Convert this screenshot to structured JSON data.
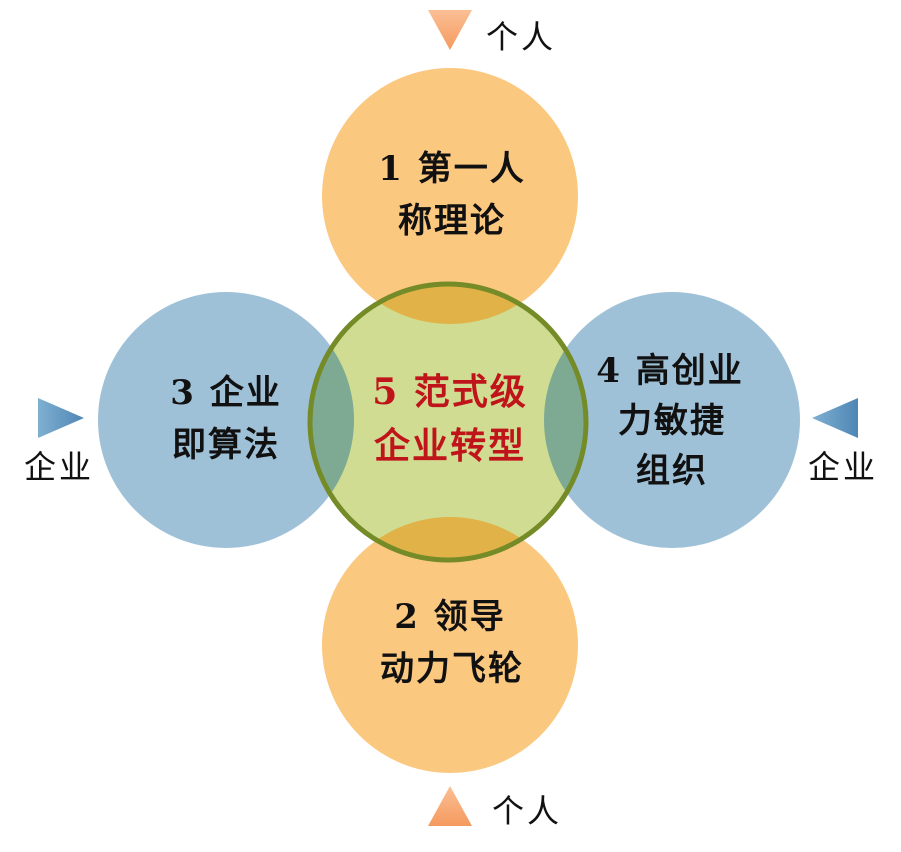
{
  "diagram": {
    "circles": {
      "top": {
        "line1": "1 第一人",
        "line2": "称理论"
      },
      "bottom": {
        "line1": "2 领导",
        "line2": "动力飞轮"
      },
      "left": {
        "line1": "3 企业",
        "line2": "即算法"
      },
      "right": {
        "line1": "4 高创业",
        "line2": "力敏捷",
        "line3": "组织"
      },
      "center": {
        "line1": "5 范式级",
        "line2": "企业转型"
      }
    },
    "markers": {
      "top": {
        "label": "个人"
      },
      "bottom": {
        "label": "个人"
      },
      "left": {
        "label": "企业"
      },
      "right": {
        "label": "企业"
      }
    },
    "colors": {
      "orange": "#fbc880",
      "blue": "#9fc1d8",
      "green": "#d0dc91",
      "center_border": "#748b28",
      "overlap_orange": "#e0b247",
      "overlap_blue": "#7eaa93",
      "center_text": "#c0141b",
      "triangle_orange": "#f8a977",
      "triangle_blue": "#6d9ec2"
    }
  }
}
